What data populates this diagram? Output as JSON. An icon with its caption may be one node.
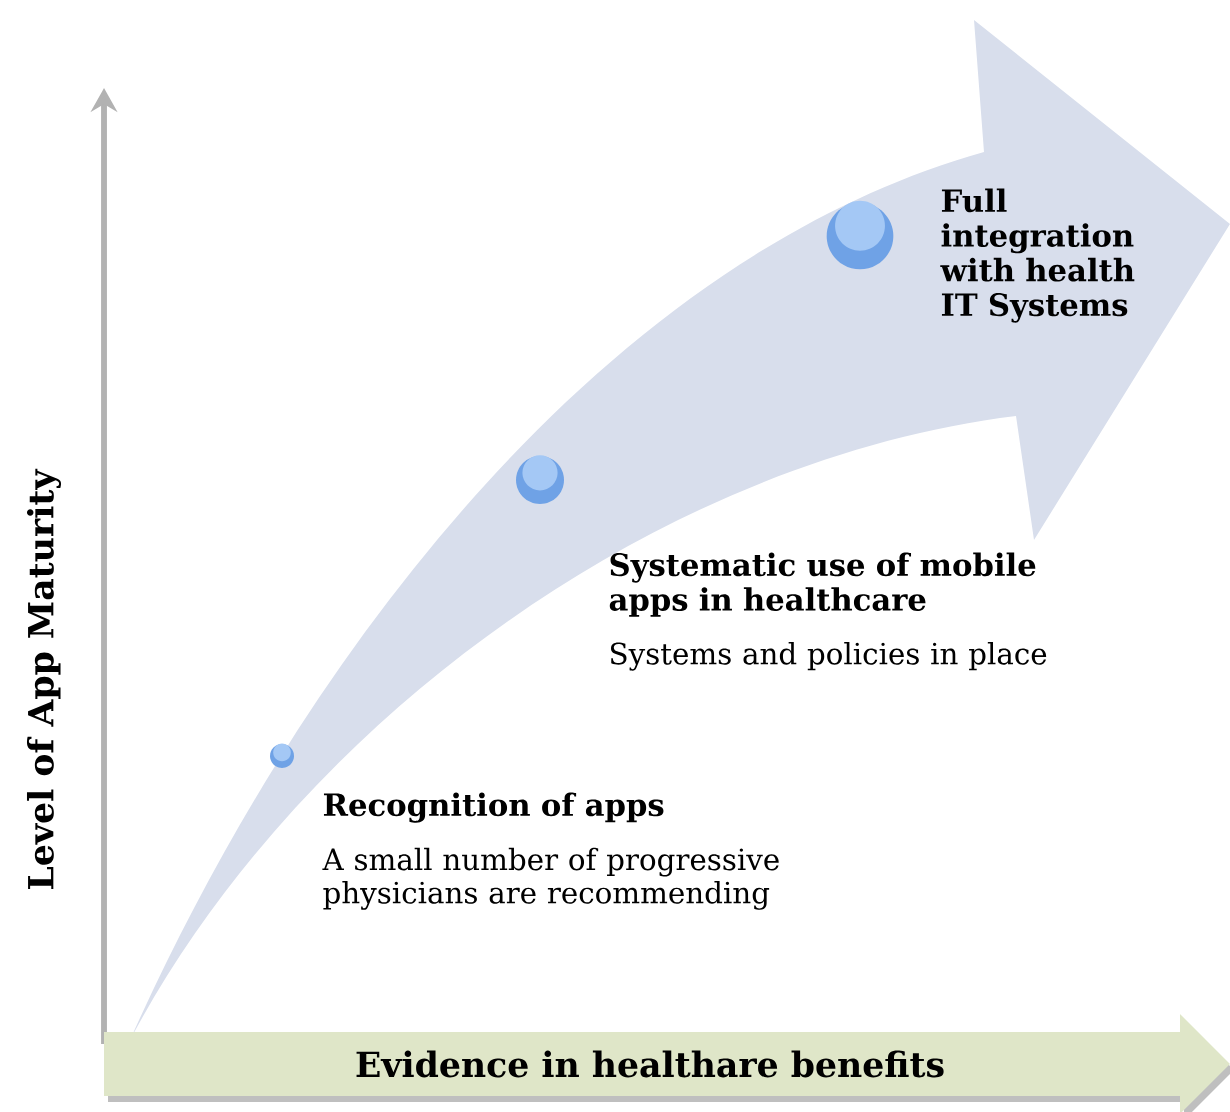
{
  "diagram": {
    "nodes": [
      {
        "text": [],
        "shape": "circle",
        "beside": [
          "Recognition of apps",
          "A small number of progressive physicians are recommending"
        ]
      },
      {
        "text": [],
        "shape": "circle",
        "beside": [
          "Systematic use of mobile apps in healthcare",
          "Systems and policies in place"
        ]
      },
      {
        "text": [],
        "shape": "circle",
        "beside": [
          "Full integration with health IT Systems"
        ]
      },
      {
        "text": [
          "Evidence in healthare benefits"
        ]
      }
    ],
    "labels": [
      "Level of App Maturity"
    ]
  }
}
